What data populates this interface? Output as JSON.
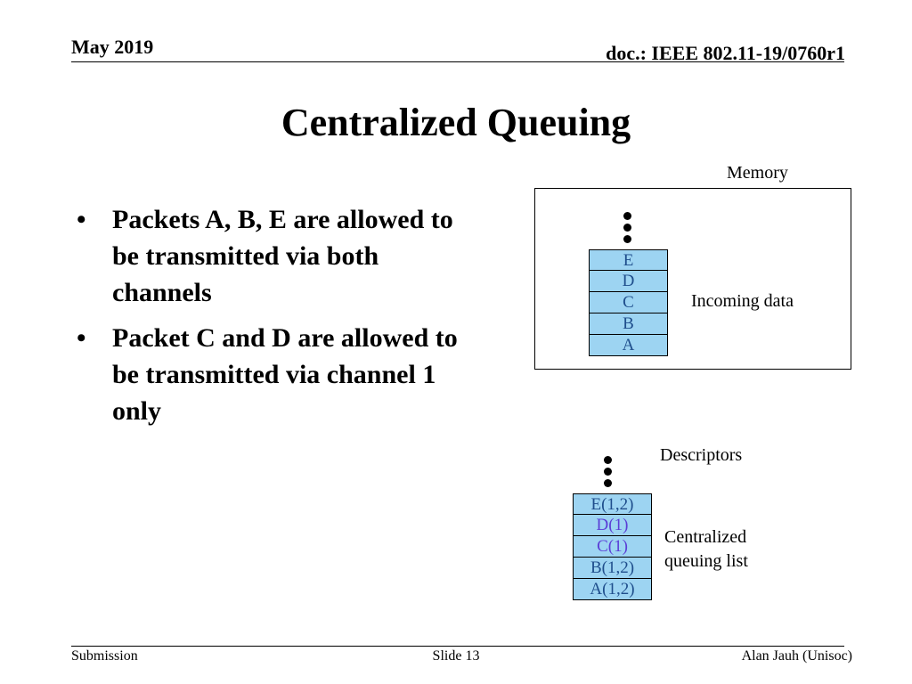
{
  "header": {
    "date": "May 2019",
    "doc": "doc.: IEEE 802.11-19/0760r1"
  },
  "title": "Centralized Queuing",
  "bullets": [
    "Packets A, B, E are allowed to be transmitted via both channels",
    "Packet C and D are allowed to be transmitted via channel 1 only"
  ],
  "bullet_glyph": "•",
  "memory": {
    "label": "Memory",
    "incoming_label": "Incoming data",
    "cells": [
      "E",
      "D",
      "C",
      "B",
      "A"
    ]
  },
  "descriptors": {
    "label": "Descriptors",
    "list_label_line1": "Centralized",
    "list_label_line2": "queuing list",
    "cells": [
      "E(1,2)",
      "D(1)",
      "C(1)",
      "B(1,2)",
      "A(1,2)"
    ]
  },
  "colors": {
    "cell_fill": "#9dd4f2",
    "cell_text": "#1f4e8c",
    "channel1_text": "#5b3fd6"
  },
  "footer": {
    "left": "Submission",
    "center": "Slide 13",
    "right": "Alan Jauh (Unisoc)"
  }
}
